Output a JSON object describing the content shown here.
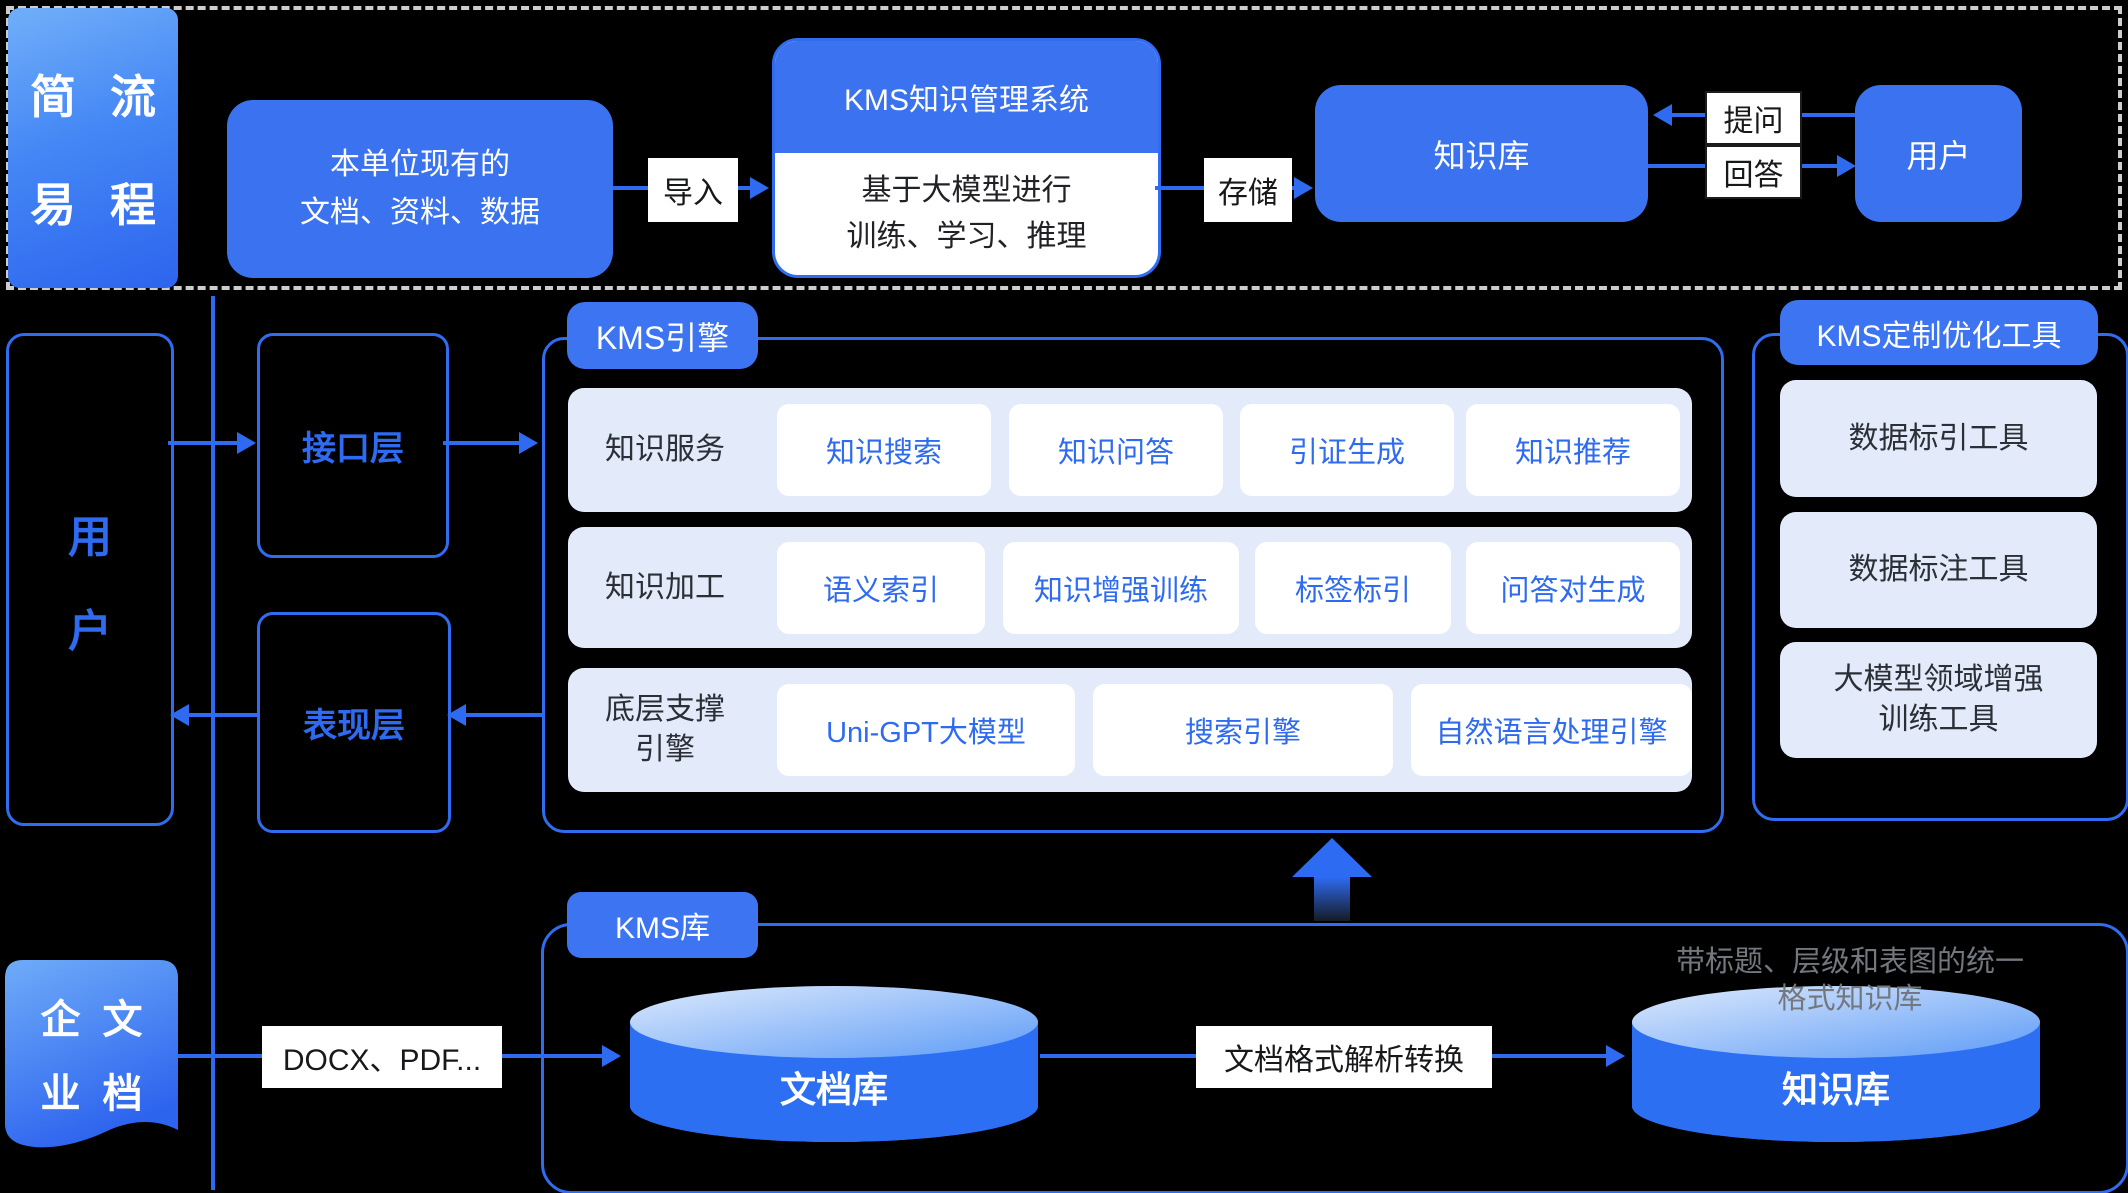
{
  "top": {
    "flow_tag_chars": [
      "简",
      "流",
      "易",
      "程"
    ],
    "source_line1": "本单位现有的",
    "source_line2": "文档、资料、数据",
    "import_label": "导入",
    "kms_title": "KMS知识管理系统",
    "kms_body_line1": "基于大模型进行",
    "kms_body_line2": "训练、学习、推理",
    "store_label": "存储",
    "kb_label": "知识库",
    "ask_label": "提问",
    "answer_label": "回答",
    "user_label": "用户"
  },
  "middle": {
    "user_chars": [
      "用",
      "户"
    ],
    "interface_label": "接口层",
    "presentation_label": "表现层",
    "engine": {
      "tag": "KMS引擎",
      "row1_label": "知识服务",
      "row1_chips": [
        "知识搜索",
        "知识问答",
        "引证生成",
        "知识推荐"
      ],
      "row2_label": "知识加工",
      "row2_chips": [
        "语义索引",
        "知识增强训练",
        "标签标引",
        "问答对生成"
      ],
      "row3_label_line1": "底层支撑",
      "row3_label_line2": "引擎",
      "row3_chips": [
        "Uni-GPT大模型",
        "搜索引擎",
        "自然语言处理引擎"
      ]
    },
    "tools": {
      "tag": "KMS定制优化工具",
      "item1": "数据标引工具",
      "item2": "数据标注工具",
      "item3_line1": "大模型领域增强",
      "item3_line2": "训练工具"
    }
  },
  "bottom": {
    "tag": "KMS库",
    "enterprise_chars": [
      "企",
      "文",
      "业",
      "档"
    ],
    "docx_label": "DOCX、PDF...",
    "doc_lib_label": "文档库",
    "convert_label": "文档格式解析转换",
    "kb_lib_label": "知识库",
    "caption_line1": "带标题、层级和表图的统一",
    "caption_line2": "格式知识库"
  },
  "colors": {
    "primary_blue": "#3B72F0",
    "line_blue": "#2E6BF0",
    "light_row": "#E3EBFB",
    "dash_gray": "#CDCDCD",
    "caption_gray": "#73777E"
  }
}
